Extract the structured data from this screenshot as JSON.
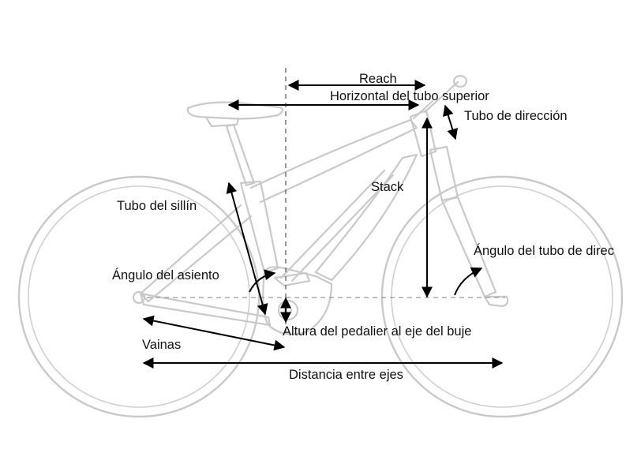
{
  "labels": {
    "reach": "Reach",
    "top_tube": "Horizontal del tubo superior",
    "head_tube": "Tubo de dirección",
    "stack": "Stack",
    "seat_tube": "Tubo del sillín",
    "head_angle": "Ángulo del tubo de direc",
    "seat_angle": "Ángulo del asiento",
    "bb_drop": "Altura del pedalier al eje del buje",
    "chainstays": "Vainas",
    "wheelbase": "Distancia entre ejes"
  },
  "colors": {
    "bike_outline": "#c9c9c9",
    "measure_lines": "#000000",
    "text": "#111111"
  }
}
